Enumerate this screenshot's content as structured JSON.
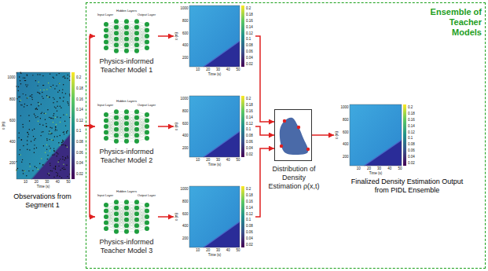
{
  "diagram": {
    "nodes": [
      {
        "text": [
          "Observations from Segment 1",
          "x (m)",
          "Time (s)",
          "1000",
          "800",
          "600",
          "400",
          "200",
          "10",
          "20",
          "30",
          "40",
          "50",
          "0.2",
          "0.18",
          "0.16",
          "0.14",
          "0.12",
          "0.1",
          "0.08",
          "0.06",
          "0.04",
          "0.02"
        ]
      },
      {
        "text": [
          "Ensemble of Teacher Models"
        ]
      },
      {
        "text": [
          "Input Layer",
          "Hidden Layers",
          "Output Layer",
          "Physics-informed Teacher Model 1"
        ],
        "in": 1
      },
      {
        "text": [
          "x (m)",
          "Time (s)",
          "1000",
          "800",
          "600",
          "400",
          "200",
          "10",
          "20",
          "30",
          "40",
          "50",
          "0.2",
          "0.18",
          "0.16",
          "0.14",
          "0.12",
          "0.1",
          "0.08",
          "0.06",
          "0.04",
          "0.02"
        ],
        "in": 1
      },
      {
        "text": [
          "Input Layer",
          "Hidden Layers",
          "Output Layer",
          "Physics-informed Teacher Model 2"
        ],
        "in": 1
      },
      {
        "text": [
          "x (m)",
          "Time (s)",
          "1000",
          "800",
          "600",
          "400",
          "200",
          "10",
          "20",
          "30",
          "40",
          "50",
          "0.2",
          "0.18",
          "0.16",
          "0.14",
          "0.12",
          "0.1",
          "0.08",
          "0.06",
          "0.04",
          "0.02"
        ],
        "in": 1
      },
      {
        "text": [
          "Input Layer",
          "Hidden Layers",
          "Output Layer",
          "Physics-informed Teacher Model 3"
        ],
        "in": 1
      },
      {
        "text": [
          "x (m)",
          "Time (s)",
          "1000",
          "800",
          "600",
          "400",
          "200",
          "10",
          "20",
          "30",
          "40",
          "50",
          "0.2",
          "0.18",
          "0.16",
          "0.14",
          "0.12",
          "0.1",
          "0.08",
          "0.06",
          "0.04",
          "0.02"
        ],
        "in": 1
      },
      {
        "text": [
          "Distribution of Density Estimation ρ(x,t)"
        ],
        "in": 1
      },
      {
        "text": [
          "Finalized Density Estimation Output from PIDL Ensemble",
          "x (m)",
          "Time (s)",
          "1000",
          "800",
          "600",
          "400",
          "200",
          "10",
          "20",
          "30",
          "40",
          "50",
          "0.2",
          "0.18",
          "0.16",
          "0.14",
          "0.12",
          "0.1",
          "0.08",
          "0.06",
          "0.04",
          "0.02"
        ],
        "in": 1
      }
    ],
    "edges": [
      {
        "from": 0,
        "to": 2,
        "arrow": "to"
      },
      {
        "from": 0,
        "to": 4,
        "arrow": "to"
      },
      {
        "from": 0,
        "to": 6,
        "arrow": "to"
      },
      {
        "from": 2,
        "to": 3,
        "arrow": "to"
      },
      {
        "from": 4,
        "to": 5,
        "arrow": "to"
      },
      {
        "from": 6,
        "to": 7,
        "arrow": "to"
      },
      {
        "from": 3,
        "to": 8,
        "arrow": "to"
      },
      {
        "from": 5,
        "to": 8,
        "arrow": "to"
      },
      {
        "from": 7,
        "to": 8,
        "arrow": "to"
      },
      {
        "from": 8,
        "to": 9,
        "arrow": "to"
      }
    ]
  }
}
